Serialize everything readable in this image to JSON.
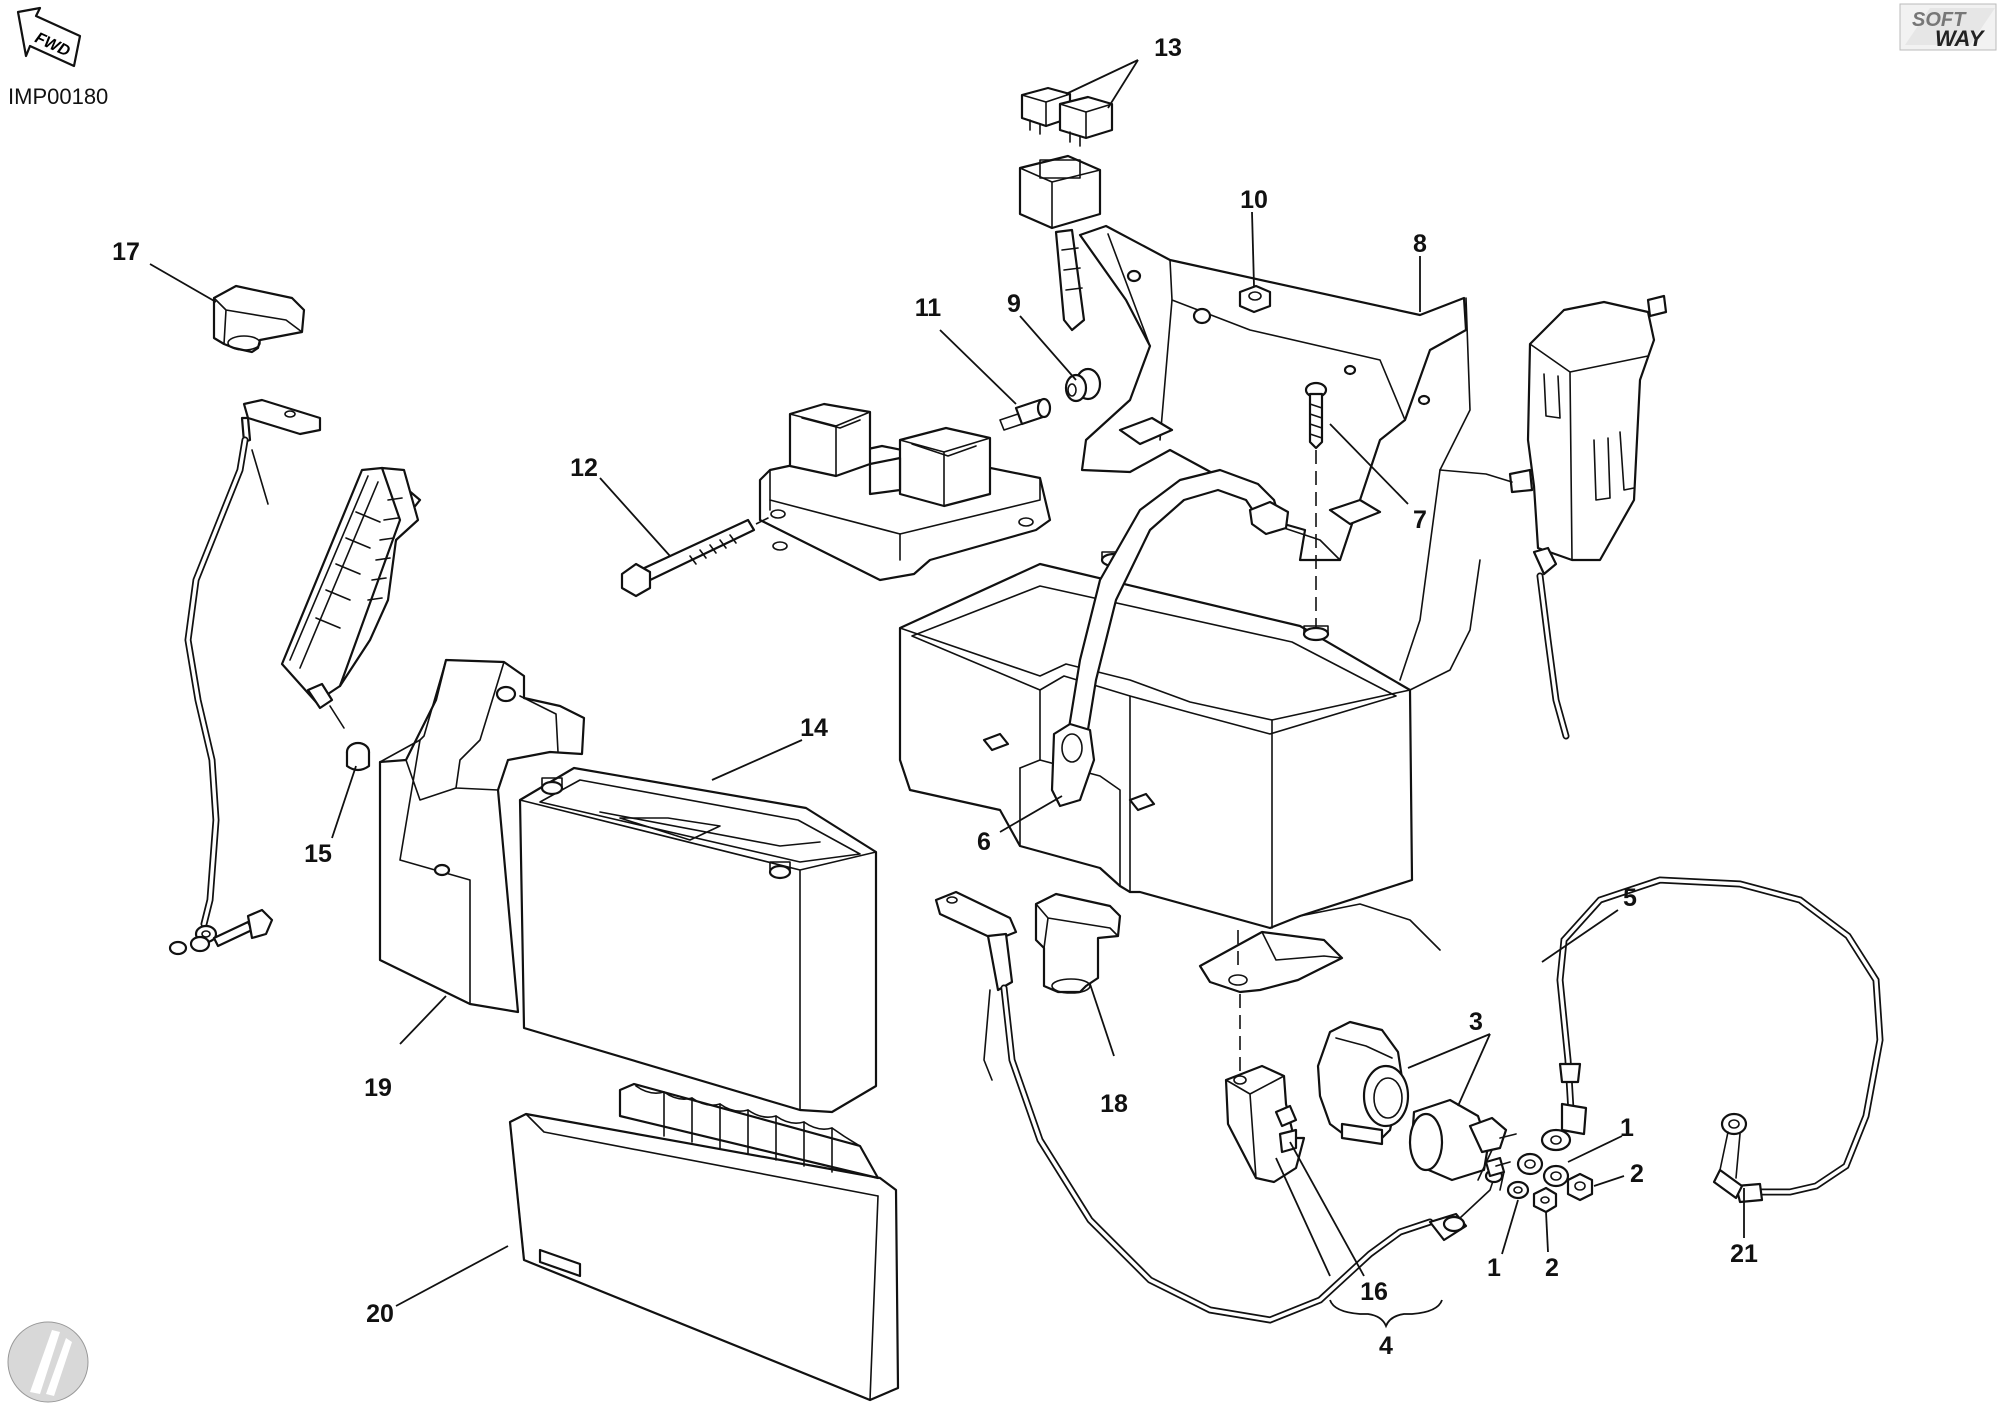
{
  "diagram": {
    "image_code": "IMP00180",
    "fwd_label": "FWD",
    "logo": {
      "line1": "SOFT",
      "line2": "WAY"
    },
    "callouts": [
      {
        "id": "c1a",
        "text": "1"
      },
      {
        "id": "c1b",
        "text": "1"
      },
      {
        "id": "c2a",
        "text": "2"
      },
      {
        "id": "c2b",
        "text": "2"
      },
      {
        "id": "c3",
        "text": "3"
      },
      {
        "id": "c4",
        "text": "4"
      },
      {
        "id": "c5",
        "text": "5"
      },
      {
        "id": "c6",
        "text": "6"
      },
      {
        "id": "c7",
        "text": "7"
      },
      {
        "id": "c8",
        "text": "8"
      },
      {
        "id": "c9",
        "text": "9"
      },
      {
        "id": "c10",
        "text": "10"
      },
      {
        "id": "c11",
        "text": "11"
      },
      {
        "id": "c12",
        "text": "12"
      },
      {
        "id": "c13",
        "text": "13"
      },
      {
        "id": "c14",
        "text": "14"
      },
      {
        "id": "c15",
        "text": "15"
      },
      {
        "id": "c16",
        "text": "16"
      },
      {
        "id": "c17",
        "text": "17"
      },
      {
        "id": "c18",
        "text": "18"
      },
      {
        "id": "c19",
        "text": "19"
      },
      {
        "id": "c20",
        "text": "20"
      },
      {
        "id": "c21",
        "text": "21"
      }
    ]
  }
}
